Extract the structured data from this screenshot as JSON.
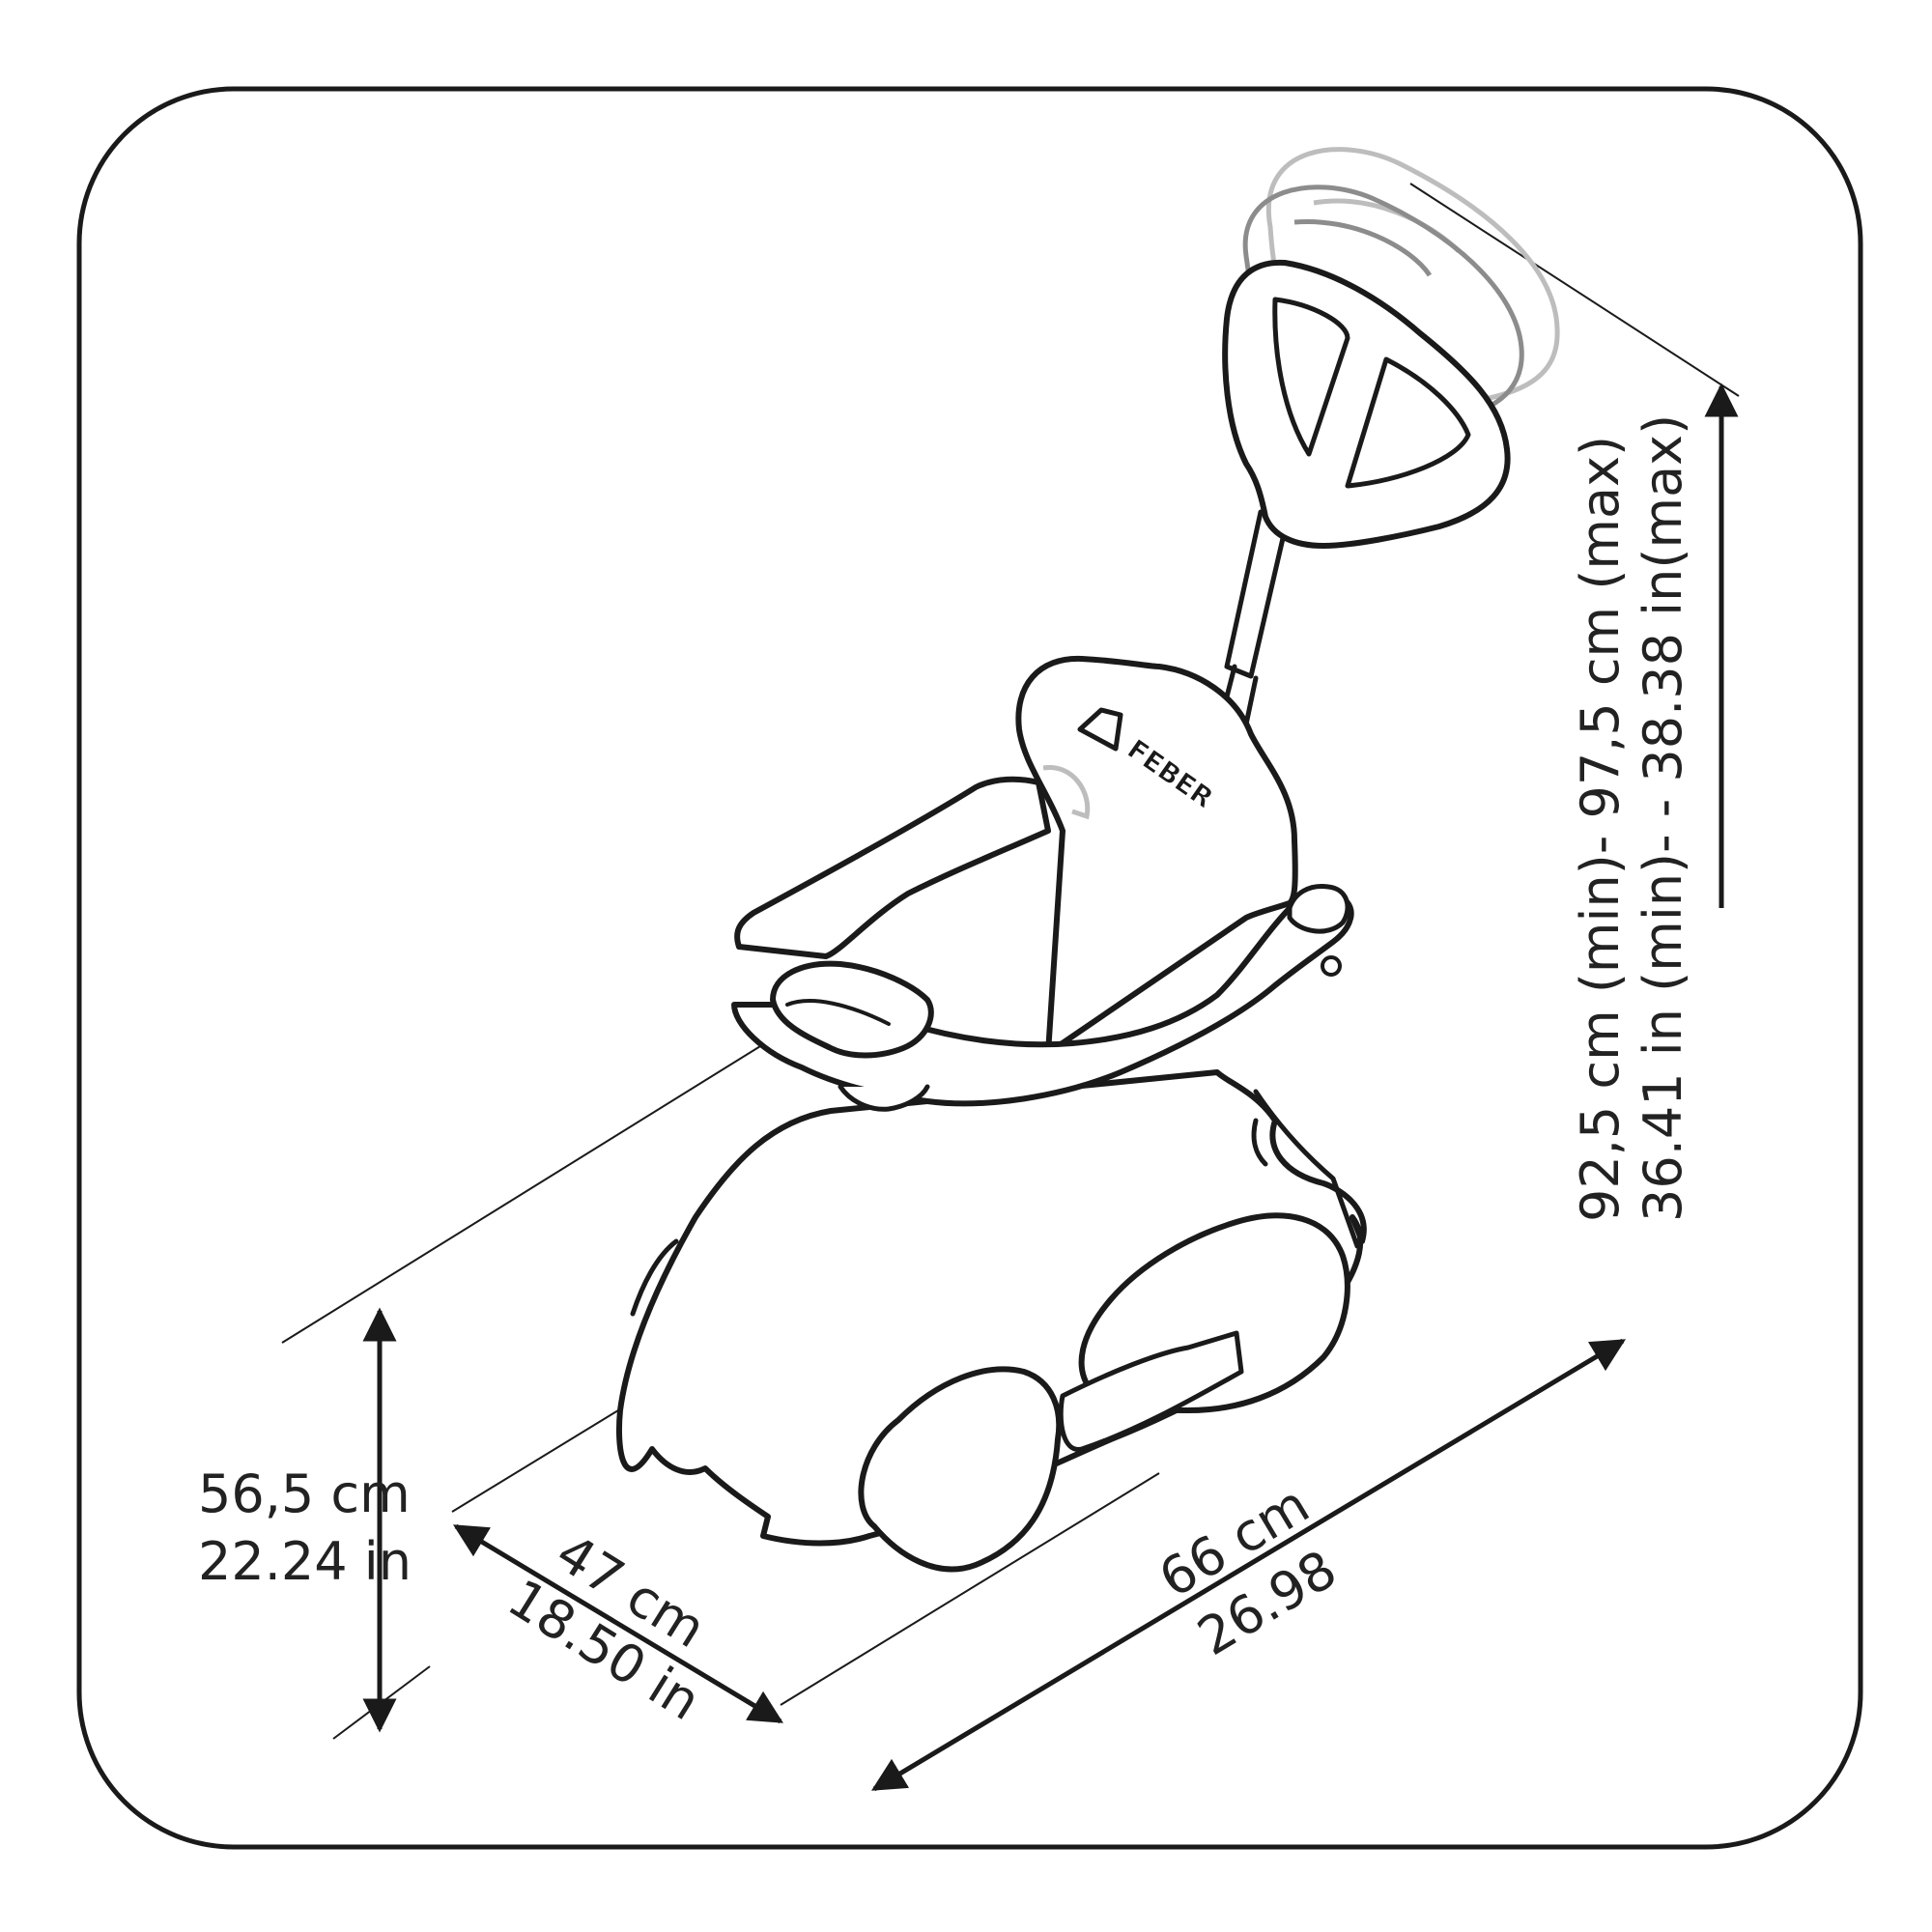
{
  "brand_text": "FEBER",
  "dimensions": {
    "height_cm": "56,5 cm",
    "height_in": "22.24 in",
    "depth_cm": "47 cm",
    "depth_in": "18.50 in",
    "length_cm": "66 cm",
    "length_in": "26.98",
    "handle_cm": "92,5 cm (min)- 97,5 cm (max)",
    "handle_in": "36.41 in (min)- - 38.38 in(max)"
  },
  "colors": {
    "line": "#1a1a1a",
    "background": "#ffffff",
    "ghost_light": "#bdbdbd",
    "ghost_dark": "#8c8c8c"
  }
}
